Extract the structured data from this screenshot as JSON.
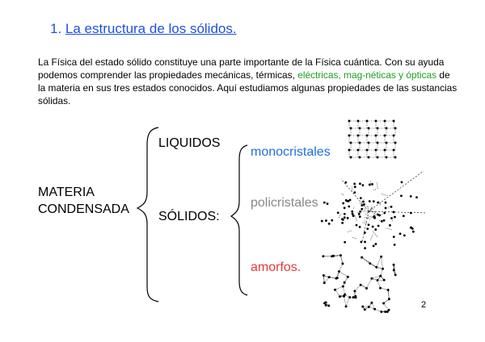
{
  "heading": {
    "number": "1.",
    "text": "La estructura de los sólidos."
  },
  "paragraph": {
    "part1": "La Física del estado sólido constituye una parte importante de la Física cuántica. Con su ayuda podemos comprender las propiedades mecánicas, térmicas, ",
    "green1": "eléctricas, mag-néticas y ópticas",
    "part2": " de la materia en sus tres estados conocidos. Aquí estudiamos algunas propiedades de las sustancias sólidas."
  },
  "diagram": {
    "root_line1": "MATERIA",
    "root_line2": "CONDENSADA",
    "branch_liquid": "LIQUIDOS",
    "branch_solid": "SÓLIDOS:",
    "solid_types": {
      "mono": "monocristales",
      "poli": "policristales",
      "amorfo": "amorfos."
    }
  },
  "colors": {
    "heading": "#1f4fe0",
    "green": "#1aa11a",
    "mono": "#1f6fe0",
    "poli": "#888888",
    "amorfo": "#e8383a"
  },
  "page_number": "2"
}
